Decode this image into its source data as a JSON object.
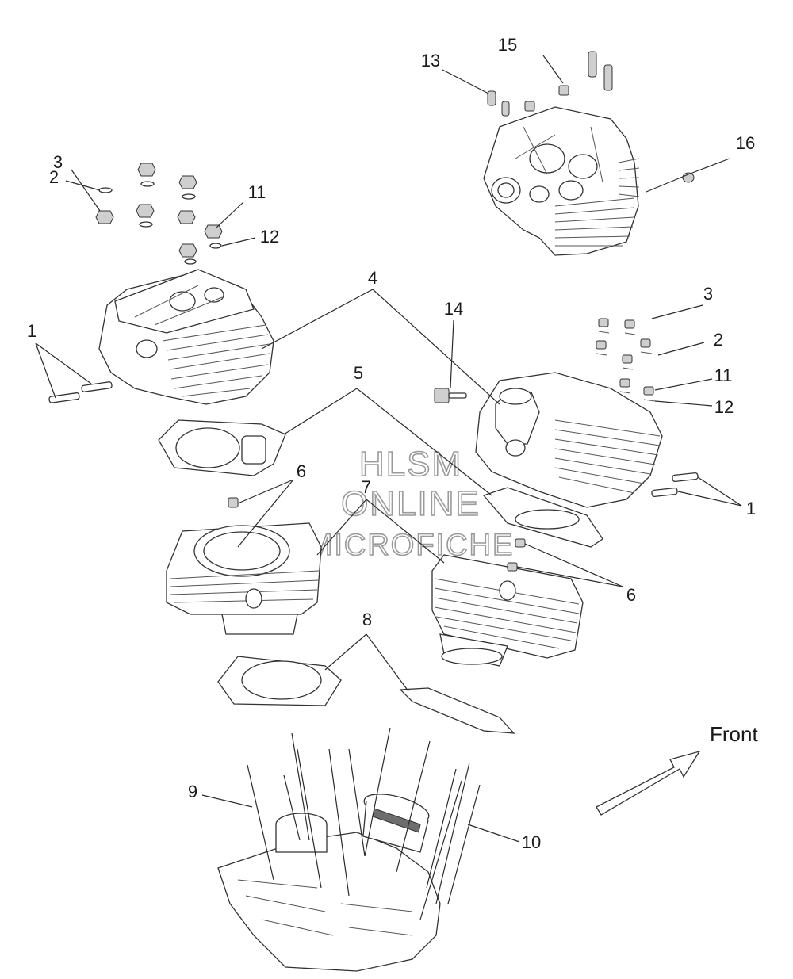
{
  "watermark": {
    "line1": "HLSM",
    "line2": "ONLINE",
    "line3": "MICROFICHE"
  },
  "direction_label": "Front",
  "callouts": [
    {
      "id": "c13",
      "text": "13"
    },
    {
      "id": "c15",
      "text": "15"
    },
    {
      "id": "c16",
      "text": "16"
    },
    {
      "id": "c3a",
      "text": "3"
    },
    {
      "id": "c2a",
      "text": "2"
    },
    {
      "id": "c11a",
      "text": "11"
    },
    {
      "id": "c12a",
      "text": "12"
    },
    {
      "id": "c1a",
      "text": "1"
    },
    {
      "id": "c4",
      "text": "4"
    },
    {
      "id": "c14",
      "text": "14"
    },
    {
      "id": "c3b",
      "text": "3"
    },
    {
      "id": "c2b",
      "text": "2"
    },
    {
      "id": "c11b",
      "text": "11"
    },
    {
      "id": "c12b",
      "text": "12"
    },
    {
      "id": "c5",
      "text": "5"
    },
    {
      "id": "c6a",
      "text": "6"
    },
    {
      "id": "c7",
      "text": "7"
    },
    {
      "id": "c1b",
      "text": "1"
    },
    {
      "id": "c6b",
      "text": "6"
    },
    {
      "id": "c8",
      "text": "8"
    },
    {
      "id": "c9",
      "text": "9"
    },
    {
      "id": "c10",
      "text": "10"
    }
  ]
}
